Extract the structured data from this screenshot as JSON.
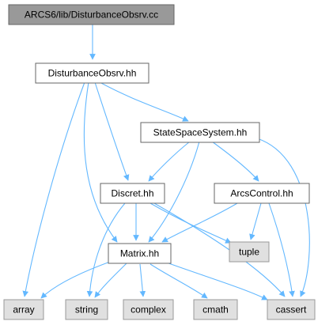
{
  "graph": {
    "colors": {
      "edge": "#63b8ff",
      "border": "#666666",
      "root_fill": "#999999",
      "node_fill": "#ffffff",
      "system_fill": "#e0e0e0"
    },
    "nodes": [
      {
        "id": "root",
        "label": "ARCS6/lib/DisturbanceObsrv.cc",
        "kind": "root"
      },
      {
        "id": "dobs_hh",
        "label": "DisturbanceObsrv.hh",
        "kind": "header"
      },
      {
        "id": "ss_hh",
        "label": "StateSpaceSystem.hh",
        "kind": "header"
      },
      {
        "id": "discret_hh",
        "label": "Discret.hh",
        "kind": "header"
      },
      {
        "id": "arcs_hh",
        "label": "ArcsControl.hh",
        "kind": "header"
      },
      {
        "id": "matrix_hh",
        "label": "Matrix.hh",
        "kind": "header"
      },
      {
        "id": "tuple",
        "label": "tuple",
        "kind": "system"
      },
      {
        "id": "array",
        "label": "array",
        "kind": "system"
      },
      {
        "id": "string",
        "label": "string",
        "kind": "system"
      },
      {
        "id": "complex",
        "label": "complex",
        "kind": "system"
      },
      {
        "id": "cmath",
        "label": "cmath",
        "kind": "system"
      },
      {
        "id": "cassert",
        "label": "cassert",
        "kind": "system"
      }
    ]
  }
}
